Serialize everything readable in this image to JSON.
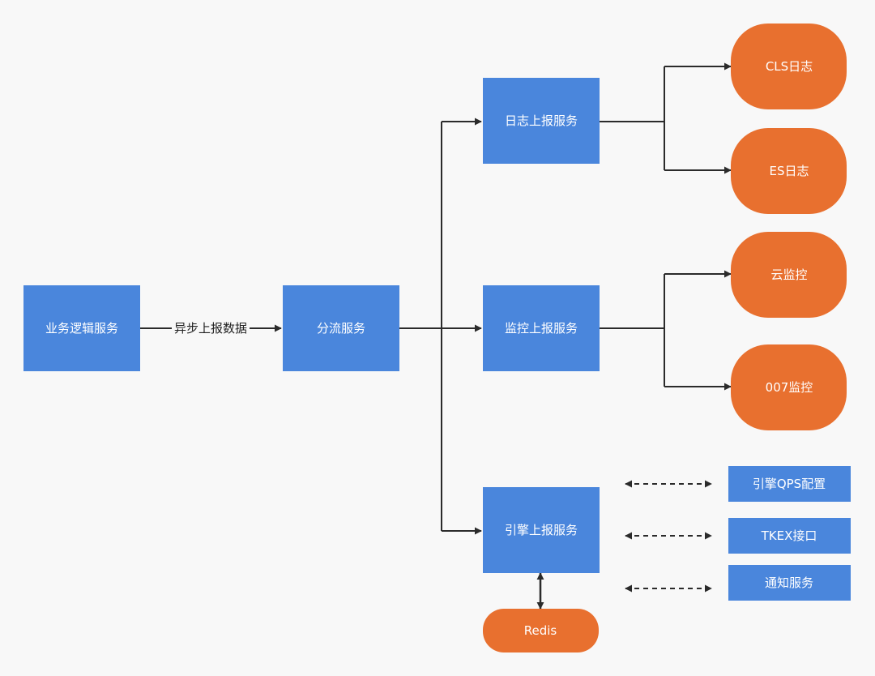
{
  "colors": {
    "service_box": "#4a86dc",
    "storage_node": "#e8702f",
    "edge": "#2b2b2b",
    "background": "#f8f8f8"
  },
  "nodes": {
    "business": "业务逻辑服务",
    "dispatch": "分流服务",
    "log_report": "日志上报服务",
    "monitor_report": "监控上报服务",
    "engine_report": "引擎上报服务",
    "cls_log": "CLS日志",
    "es_log": "ES日志",
    "cloud_monitor": "云监控",
    "monitor_007": "007监控",
    "engine_qps": "引擎QPS配置",
    "tkex": "TKEX接口",
    "notify": "通知服务",
    "redis": "Redis"
  },
  "edges": {
    "async_report_label": "异步上报数据"
  }
}
